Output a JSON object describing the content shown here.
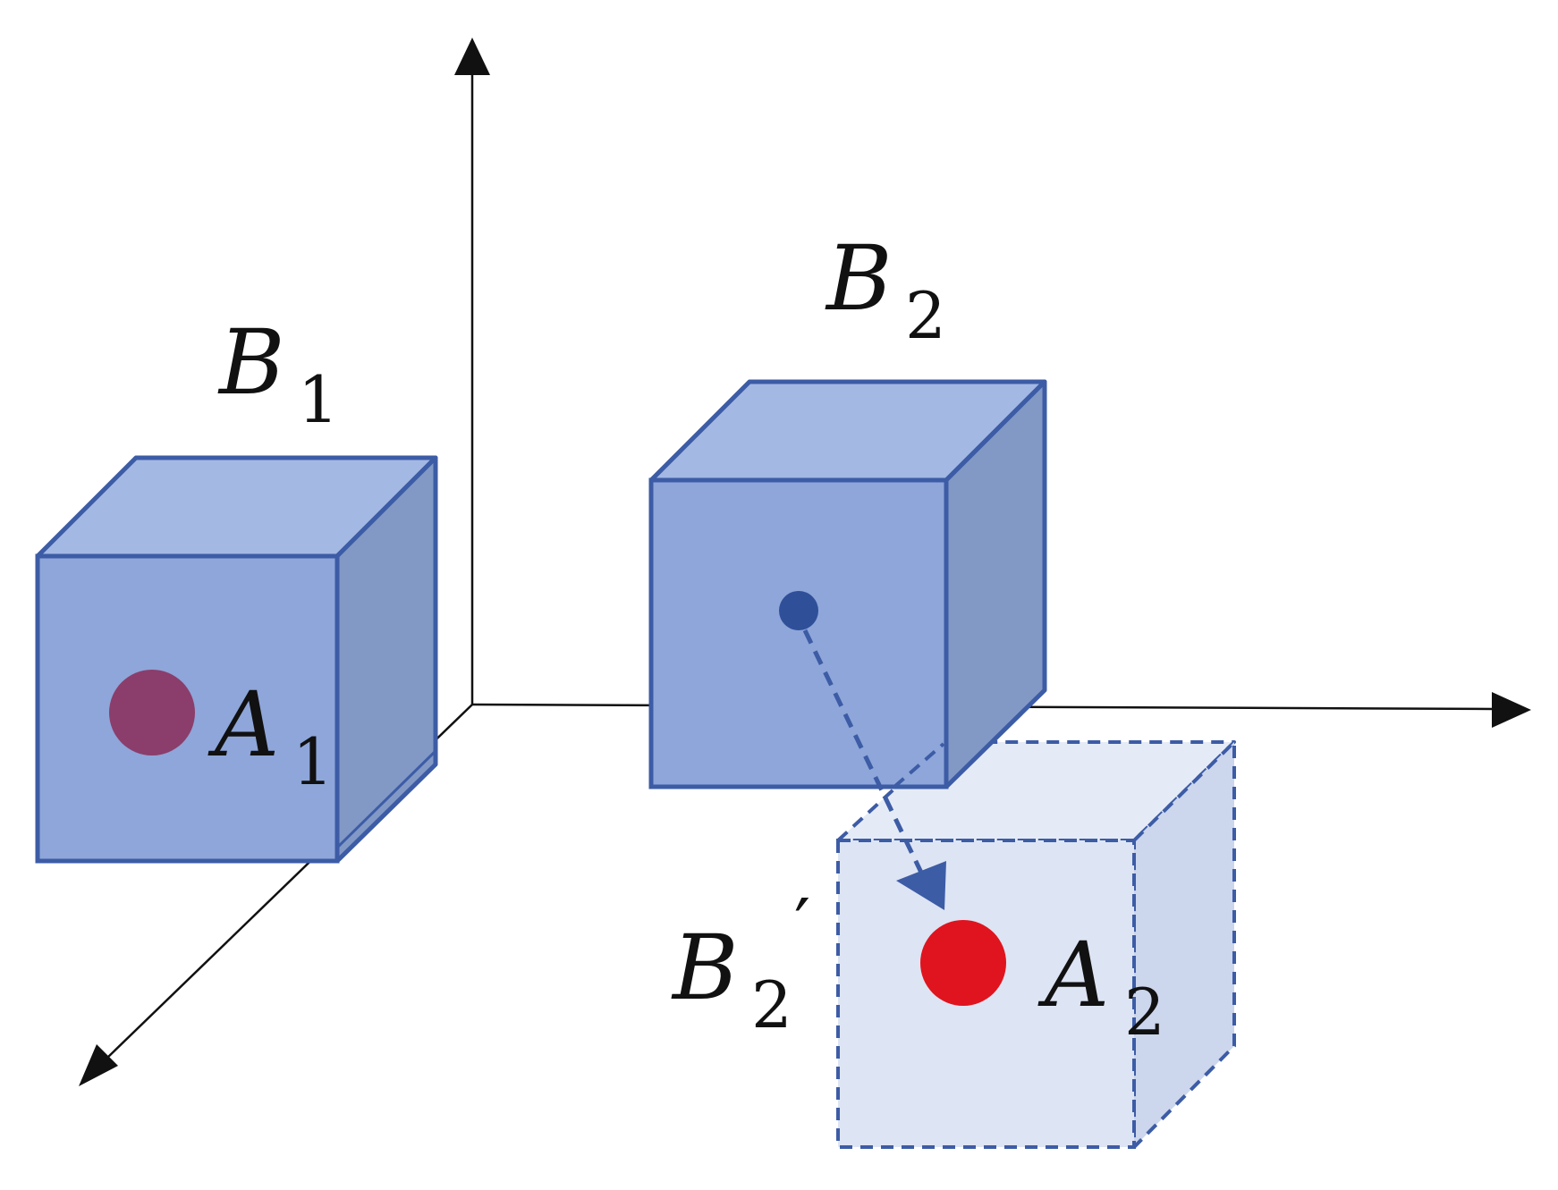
{
  "labels": {
    "b1": {
      "main": "B",
      "sub": "1"
    },
    "b2": {
      "main": "B",
      "sub": "2"
    },
    "b2_prime": {
      "main": "B",
      "sub": "2",
      "prime": "′"
    },
    "a1": {
      "main": "A",
      "sub": "1"
    },
    "a2": {
      "main": "A",
      "sub": "2"
    }
  },
  "colors": {
    "cube_front": "#8ea6d9",
    "cube_top": "#a3b8e3",
    "cube_side": "#8299c6",
    "cube_stroke": "#3d5ca6",
    "ghost_front": "#dde4f3",
    "ghost_side": "#ccd6ec",
    "ghost_top": "#e5ebf6",
    "ghost_stroke": "#3d5ca6",
    "point_a1": "#8b3e6b",
    "point_a2": "#e0141e",
    "point_b2": "#2f4f99",
    "axis": "#111111"
  }
}
